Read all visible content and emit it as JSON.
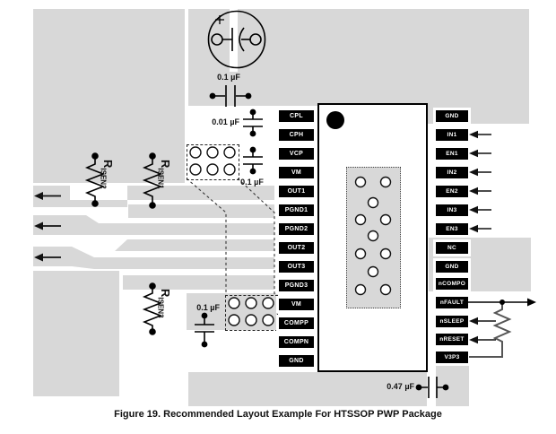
{
  "caption": "Figure 19.  Recommended Layout Example For HTSSOP PWP Package",
  "ic": {
    "left_pins": [
      "CPL",
      "CPH",
      "VCP",
      "VM",
      "OUT1",
      "PGND1",
      "PGND2",
      "OUT2",
      "OUT3",
      "PGND3",
      "VM",
      "COMPP",
      "COMPN",
      "GND"
    ],
    "right_pins": [
      "GND",
      "IN1",
      "EN1",
      "IN2",
      "EN2",
      "IN3",
      "EN3",
      "NC",
      "GND",
      "nCOMPO",
      "nFAULT",
      "nSLEEP",
      "nRESET",
      "V3P3"
    ]
  },
  "capacitors": {
    "bulk_value": "0.1 µF",
    "cp_value": "0.01 µF",
    "vcp_value": "0.1 µF",
    "vm_value": "0.1 µF",
    "out_value": "0.47 µF"
  },
  "resistors": {
    "r1": {
      "sym": "R",
      "sub": "ISEN1"
    },
    "r2": {
      "sym": "R",
      "sub": "ISEN2"
    },
    "r3": {
      "sym": "R",
      "sub": "ISEN3"
    }
  }
}
